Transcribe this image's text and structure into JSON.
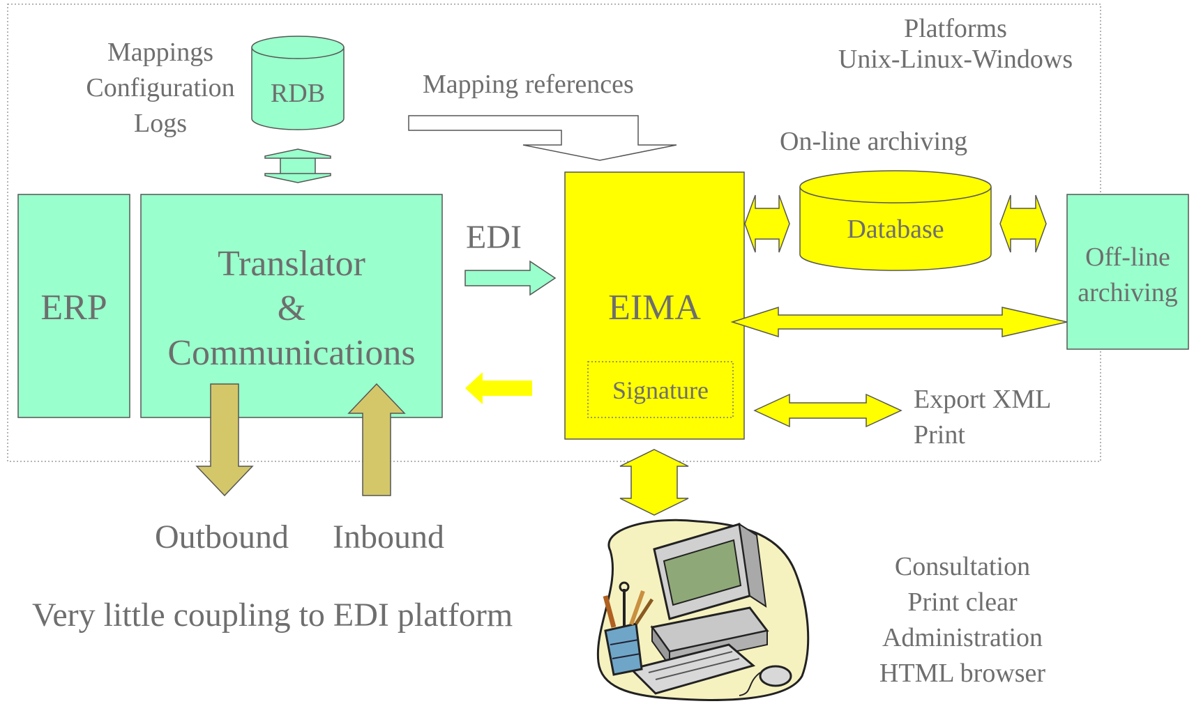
{
  "platforms": {
    "line1": "Platforms",
    "line2": "Unix-Linux-Windows"
  },
  "rdb_labels": {
    "line1": "Mappings",
    "line2": "Configuration",
    "line3": "Logs"
  },
  "rdb": {
    "label": "RDB"
  },
  "mapping_references": "Mapping references",
  "online_archiving": "On-line archiving",
  "erp": "ERP",
  "translator": {
    "line1": "Translator",
    "line2": "&",
    "line3": "Communications"
  },
  "edi": "EDI",
  "eima": "EIMA",
  "signature": "Signature",
  "database": "Database",
  "offline_archiving": {
    "line1": "Off-line",
    "line2": "archiving"
  },
  "export": {
    "line1": "Export XML",
    "line2": "Print"
  },
  "outbound": "Outbound",
  "inbound": "Inbound",
  "coupling_note": "Very little coupling to EDI platform",
  "workstation": {
    "line1": "Consultation",
    "line2": "Print clear",
    "line3": "Administration",
    "line4": "HTML browser"
  },
  "colors": {
    "mint": "#99ffcc",
    "yellow": "#ffff00",
    "khaki": "#d4c76a",
    "text": "#6e6e6e",
    "border": "#555555"
  },
  "icons": [
    "computer-clipart-icon"
  ]
}
